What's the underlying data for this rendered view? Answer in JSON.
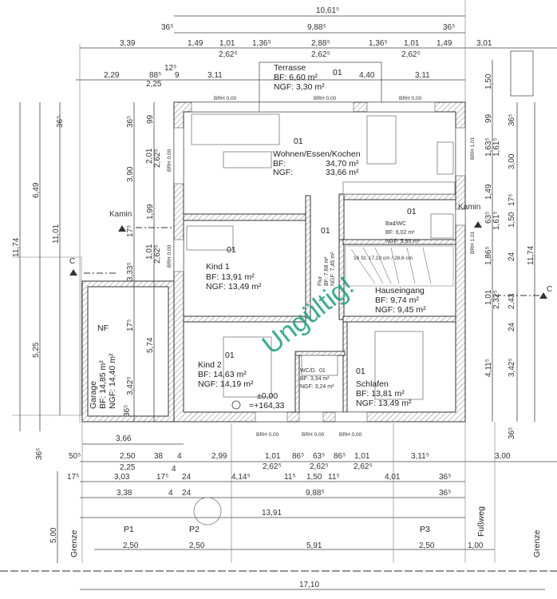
{
  "dims": {
    "top1": [
      "10,61⁵"
    ],
    "top2": [
      "36⁵",
      "9,88⁵",
      "36⁵"
    ],
    "top3": [
      "3,39",
      "1,49",
      "1,01",
      "2,62⁵",
      "1,36⁵",
      "2,88⁵",
      "2,62⁵",
      "1,36⁵",
      "1,01",
      "2,62⁵",
      "1,49",
      "3,01"
    ],
    "top4": [
      "2,29",
      "88⁵",
      "12⁵",
      "9",
      "2,25",
      "3,11",
      "4,40",
      "3,11"
    ],
    "left": [
      "11,74",
      "6,49",
      "11,01",
      "5,25",
      "36⁵",
      "36⁵",
      "3,90",
      "17⁵",
      "3,33⁵",
      "17⁵",
      "3,42⁵",
      "36⁵",
      "99",
      "2,01",
      "2,62⁵",
      "1,99",
      "1,01",
      "2,62⁵",
      "5,74"
    ],
    "right": [
      "1,50",
      "99",
      "1,63⁵",
      "1,61⁵",
      "1,49",
      "63⁵",
      "1,61⁵",
      "1,86⁵",
      "1,01",
      "2,32⁵",
      "4,11⁵",
      "36⁵",
      "3,00",
      "17⁵",
      "1,50",
      "24",
      "2,43",
      "24",
      "3,42⁵",
      "36⁵",
      "11,74"
    ],
    "bot1": [
      "3,66"
    ],
    "bot2": [
      "50⁵",
      "2,50",
      "2,25",
      "38",
      "4",
      "2,99",
      "1,01",
      "2,62⁵",
      "86⁵",
      "63⁵",
      "2,62⁵",
      "86⁵",
      "1,01",
      "2,62⁵",
      "3,11⁵",
      "3,00",
      "36⁵"
    ],
    "bot3": [
      "17⁵",
      "3,03",
      "17⁵",
      "4",
      "24",
      "4,14⁵",
      "11⁵",
      "1,50",
      "11⁵",
      "4,01",
      "36⁵"
    ],
    "bot4": [
      "3,38",
      "4",
      "24",
      "9,88⁵",
      "36⁵"
    ],
    "bot5": [
      "13,91"
    ],
    "bot6": [
      "2,50",
      "2,50",
      "5,91",
      "2,50",
      "1,00",
      "5,00"
    ],
    "total": [
      "17,10"
    ]
  },
  "brh": [
    "BRH 0,00",
    "BRH 0,00",
    "BRH 0,00",
    "BRH 0,00",
    "BRH 0,00",
    "BRH 0,00",
    "BRH 0,00",
    "BRH 0,00",
    "BRH 1,01",
    "BRH 1,01"
  ],
  "labels": {
    "kamin_left": "Kamin",
    "kamin_right": "Kamin",
    "section_marker": "C",
    "grenze": "Grenze",
    "fussweg": "Fußweg",
    "p1": "P1",
    "p2": "P2",
    "p3": "P3",
    "level_zero": "±0,00",
    "level_abs": "=+164,33",
    "stairs": "16 St. 17,19 cm / 28,6 cm",
    "watermark": "Ungültig!"
  },
  "rooms": {
    "terrasse": {
      "no": "01",
      "name": "Terrasse",
      "bf": "BF:   6,60 m²",
      "ngf": "NGF: 3,30 m²"
    },
    "wohnen": {
      "no": "01",
      "name": "Wohnen/Essen/Kochen",
      "bf_label": "BF:",
      "bf": "34,70 m²",
      "ngf_label": "NGF:",
      "ngf": "33,66 m²"
    },
    "kind1": {
      "no": "01",
      "name": "Kind 1",
      "bf": "BF:    13,91 m²",
      "ngf": "NGF: 13,49 m²"
    },
    "flur": {
      "no": "01",
      "name": "Flur",
      "bf": "BF:   7,68 m²",
      "ngf": "NGF: 7,45 m²"
    },
    "bad": {
      "no": "01",
      "name": "Bad/WC",
      "bf": "BF:    6,02 m²",
      "ngf": "NGF: 5,83 m²"
    },
    "hauseingang": {
      "name": "Hauseingang",
      "bf": "BF:    9,74 m²",
      "ngf": "NGF: 9,45 m²"
    },
    "kind2": {
      "no": "01",
      "name": "Kind 2",
      "bf": "BF:    14,63 m²",
      "ngf": "NGF: 14,19 m²"
    },
    "wcd": {
      "no": "01",
      "name": "WC/D.",
      "bf": "BF:   3,34 m²",
      "ngf": "NGF: 3,24 m²"
    },
    "schlafen": {
      "no": "01",
      "name": "Schlafen",
      "bf": "BF:    13,81 m²",
      "ngf": "NGF: 13,49 m²"
    },
    "garage": {
      "type": "NF",
      "name": "Garage",
      "bf": "BF:    14,85 m²",
      "ngf": "NGF: 14,40 m²"
    }
  }
}
